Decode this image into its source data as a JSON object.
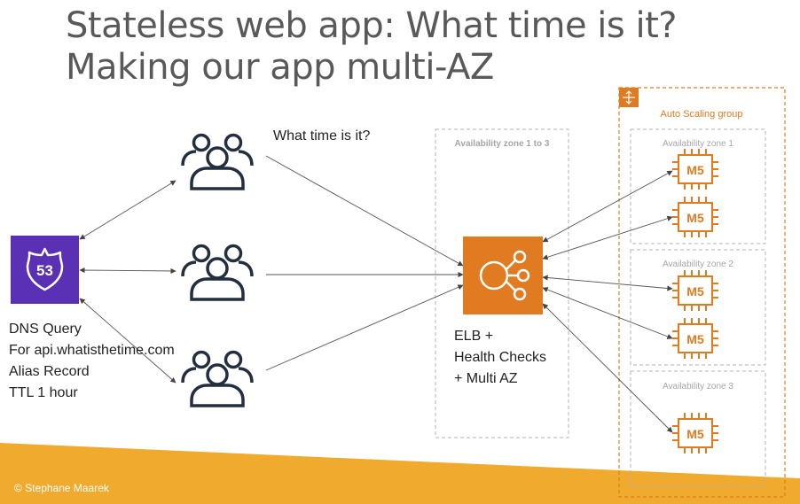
{
  "title": {
    "line1": "Stateless web app: What time is it?",
    "line2": "Making our app multi-AZ"
  },
  "question": "What time is it?",
  "route53": {
    "badge": "53",
    "caption": [
      "DNS Query",
      "For api.whatisthetime.com",
      "Alias Record",
      "TTL 1 hour"
    ]
  },
  "az_box": {
    "label": "Availability zone 1 to 3"
  },
  "elb": {
    "caption": [
      "ELB +",
      "Health Checks",
      "+ Multi AZ"
    ]
  },
  "asg": {
    "label": "Auto Scaling group",
    "zones": [
      {
        "label": "Availability zone 1",
        "instances": [
          "M5",
          "M5"
        ]
      },
      {
        "label": "Availability zone 2",
        "instances": [
          "M5",
          "M5"
        ]
      },
      {
        "label": "Availability zone 3",
        "instances": [
          "M5"
        ]
      }
    ]
  },
  "footer": {
    "copyright": "© Stephane Maarek"
  },
  "colors": {
    "route53": "#5a30b5",
    "orange": "#e07b22",
    "icon_dark": "#232f3e",
    "zone_border": "#b3b3b3",
    "zone_label": "#a6a6a6",
    "footer_band": "#f0ab2e",
    "title": "#595959"
  }
}
